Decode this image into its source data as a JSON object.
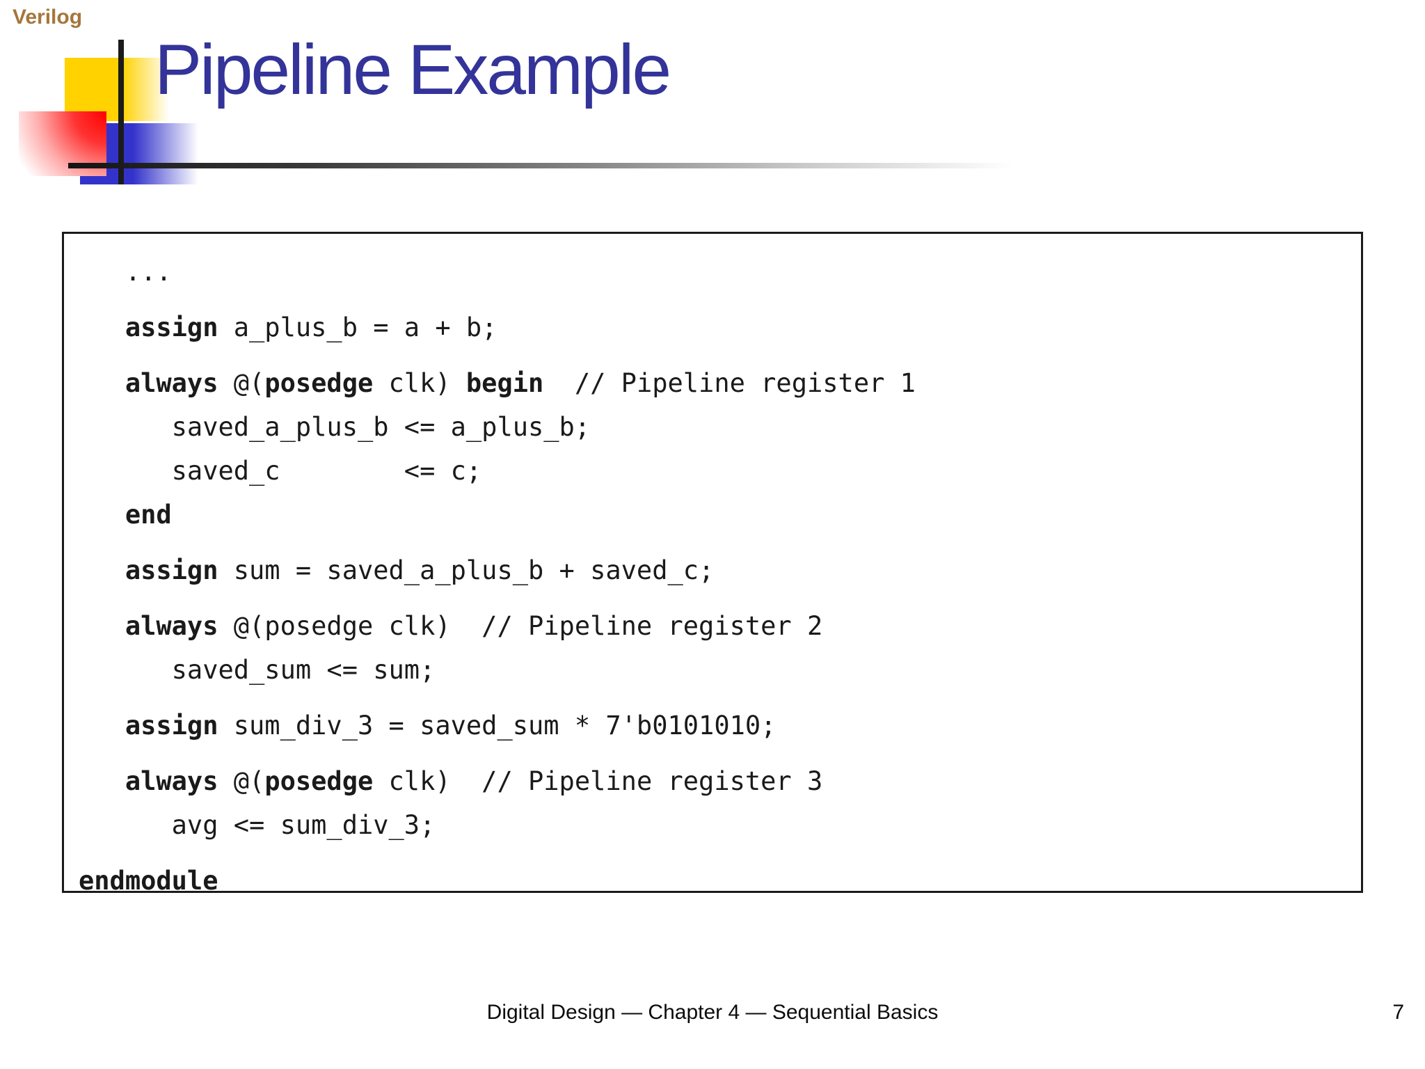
{
  "slide": {
    "corner_label": "Verilog",
    "title": "Pipeline Example",
    "footer_text": "Digital Design — Chapter 4 — Sequential Basics",
    "page_number": "7"
  },
  "colors": {
    "title": "#333399",
    "corner_label": "#A5763C",
    "logo_yellow": "#FFD200",
    "logo_red": "#FF0000",
    "logo_blue": "#3333CC",
    "rule_dark": "#141414",
    "code_text": "#1A1A1A"
  },
  "code_block": {
    "language": "verilog",
    "lines": [
      {
        "gap": false,
        "segments": [
          {
            "text": "   ...",
            "bold": false
          }
        ]
      },
      {
        "gap": true,
        "segments": [
          {
            "text": "   ",
            "bold": false
          },
          {
            "text": "assign",
            "bold": true
          },
          {
            "text": " a_plus_b = a + b;",
            "bold": false
          }
        ]
      },
      {
        "gap": true,
        "segments": [
          {
            "text": "   ",
            "bold": false
          },
          {
            "text": "always",
            "bold": true
          },
          {
            "text": " @(",
            "bold": false
          },
          {
            "text": "posedge",
            "bold": true
          },
          {
            "text": " clk) ",
            "bold": false
          },
          {
            "text": "begin",
            "bold": true
          },
          {
            "text": "  // Pipeline register 1",
            "bold": false
          }
        ]
      },
      {
        "gap": false,
        "segments": [
          {
            "text": "      saved_a_plus_b <= a_plus_b;",
            "bold": false
          }
        ]
      },
      {
        "gap": false,
        "segments": [
          {
            "text": "      saved_c        <= c;",
            "bold": false
          }
        ]
      },
      {
        "gap": false,
        "segments": [
          {
            "text": "   ",
            "bold": false
          },
          {
            "text": "end",
            "bold": true
          }
        ]
      },
      {
        "gap": true,
        "segments": [
          {
            "text": "   ",
            "bold": false
          },
          {
            "text": "assign",
            "bold": true
          },
          {
            "text": " sum = saved_a_plus_b + saved_c;",
            "bold": false
          }
        ]
      },
      {
        "gap": true,
        "segments": [
          {
            "text": "   ",
            "bold": false
          },
          {
            "text": "always",
            "bold": true
          },
          {
            "text": " @(posedge clk)  // Pipeline register 2",
            "bold": false
          }
        ]
      },
      {
        "gap": false,
        "segments": [
          {
            "text": "      saved_sum <= sum;",
            "bold": false
          }
        ]
      },
      {
        "gap": true,
        "segments": [
          {
            "text": "   ",
            "bold": false
          },
          {
            "text": "assign",
            "bold": true
          },
          {
            "text": " sum_div_3 = saved_sum * 7'b0101010;",
            "bold": false
          }
        ]
      },
      {
        "gap": true,
        "segments": [
          {
            "text": "   ",
            "bold": false
          },
          {
            "text": "always",
            "bold": true
          },
          {
            "text": " @(",
            "bold": false
          },
          {
            "text": "posedge",
            "bold": true
          },
          {
            "text": " clk)  // Pipeline register 3",
            "bold": false
          }
        ]
      },
      {
        "gap": false,
        "segments": [
          {
            "text": "      avg <= sum_div_3;",
            "bold": false
          }
        ]
      },
      {
        "gap": true,
        "segments": [
          {
            "text": "endmodule",
            "bold": true
          }
        ]
      }
    ]
  }
}
